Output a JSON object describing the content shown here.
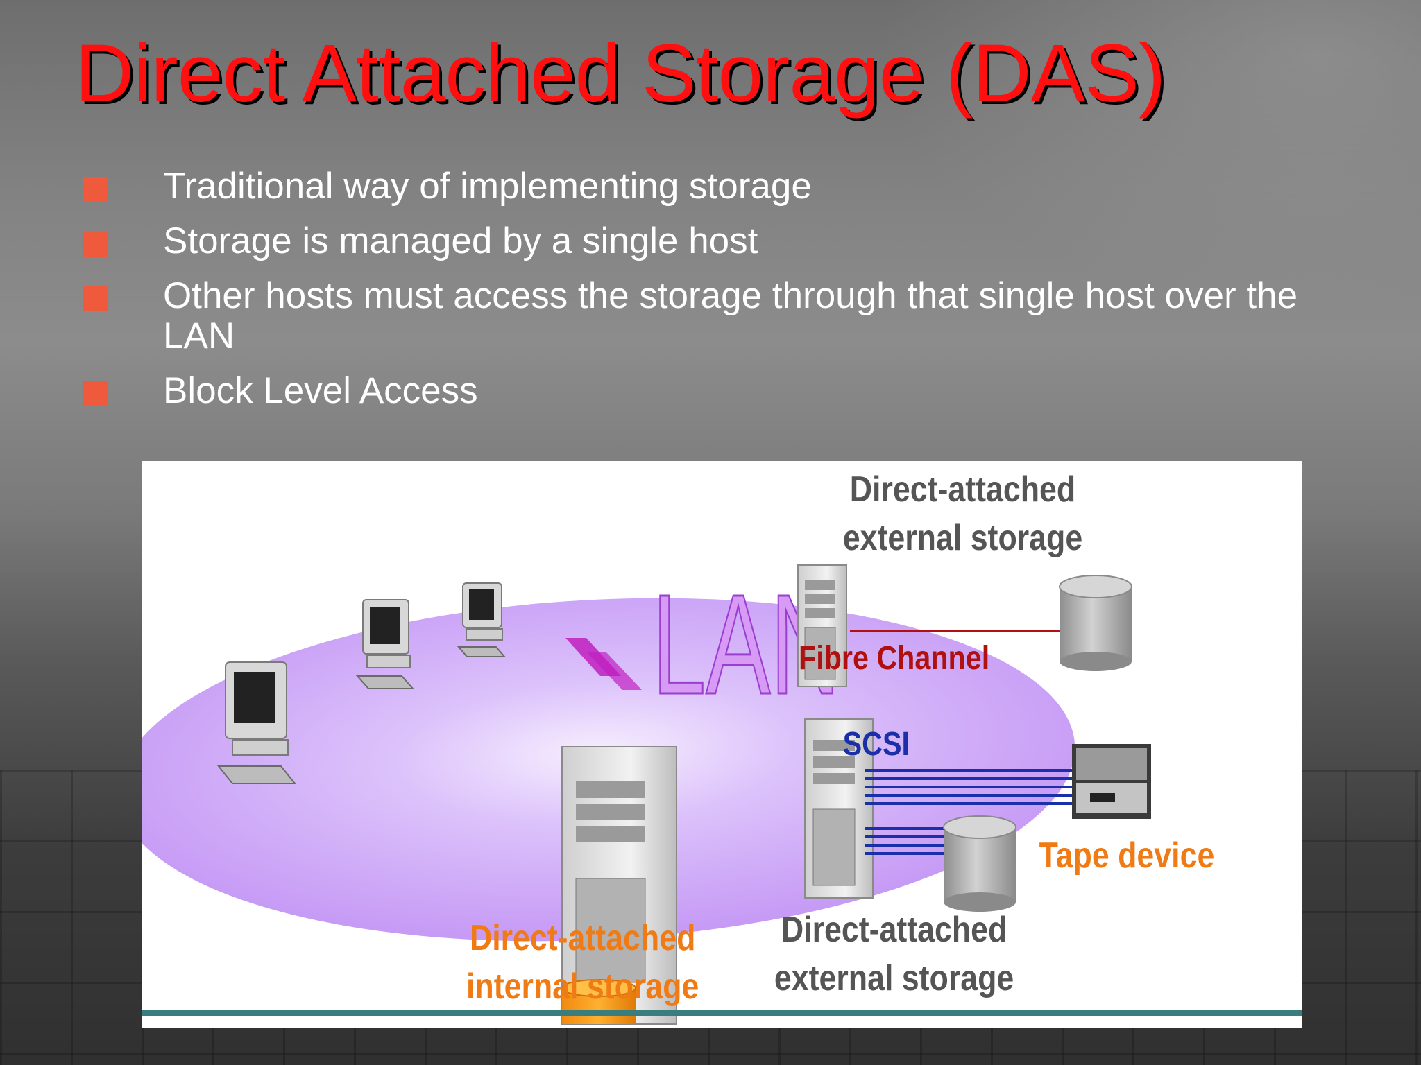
{
  "slide": {
    "title": "Direct Attached Storage (DAS)",
    "bullets": [
      "Traditional way of implementing storage",
      "Storage is managed by a single host",
      "Other hosts must access the storage through that single host over the LAN",
      "Block Level Access"
    ]
  },
  "diagram": {
    "lan_label": "LAN",
    "fibre_channel_label": "Fibre Channel",
    "scsi_label": "SCSI",
    "tape_label": "Tape device",
    "external_top_line1": "Direct-attached",
    "external_top_line2": "external storage",
    "external_bottom_line1": "Direct-attached",
    "external_bottom_line2": "external storage",
    "internal_line1": "Direct-attached",
    "internal_line2": "internal storage"
  },
  "colors": {
    "title": "#ff1010",
    "bullet_square": "#f05a3c",
    "lan_ellipse": "#c79cf5",
    "lan_text": "#c77ef0",
    "fibre_channel": "#b01010",
    "scsi": "#1a2fa8",
    "orange_label": "#f07a14",
    "gray_label": "#555555"
  },
  "icons": [
    "client-computer-icon",
    "server-tower-icon",
    "disk-cylinder-icon",
    "tape-drive-icon"
  ]
}
